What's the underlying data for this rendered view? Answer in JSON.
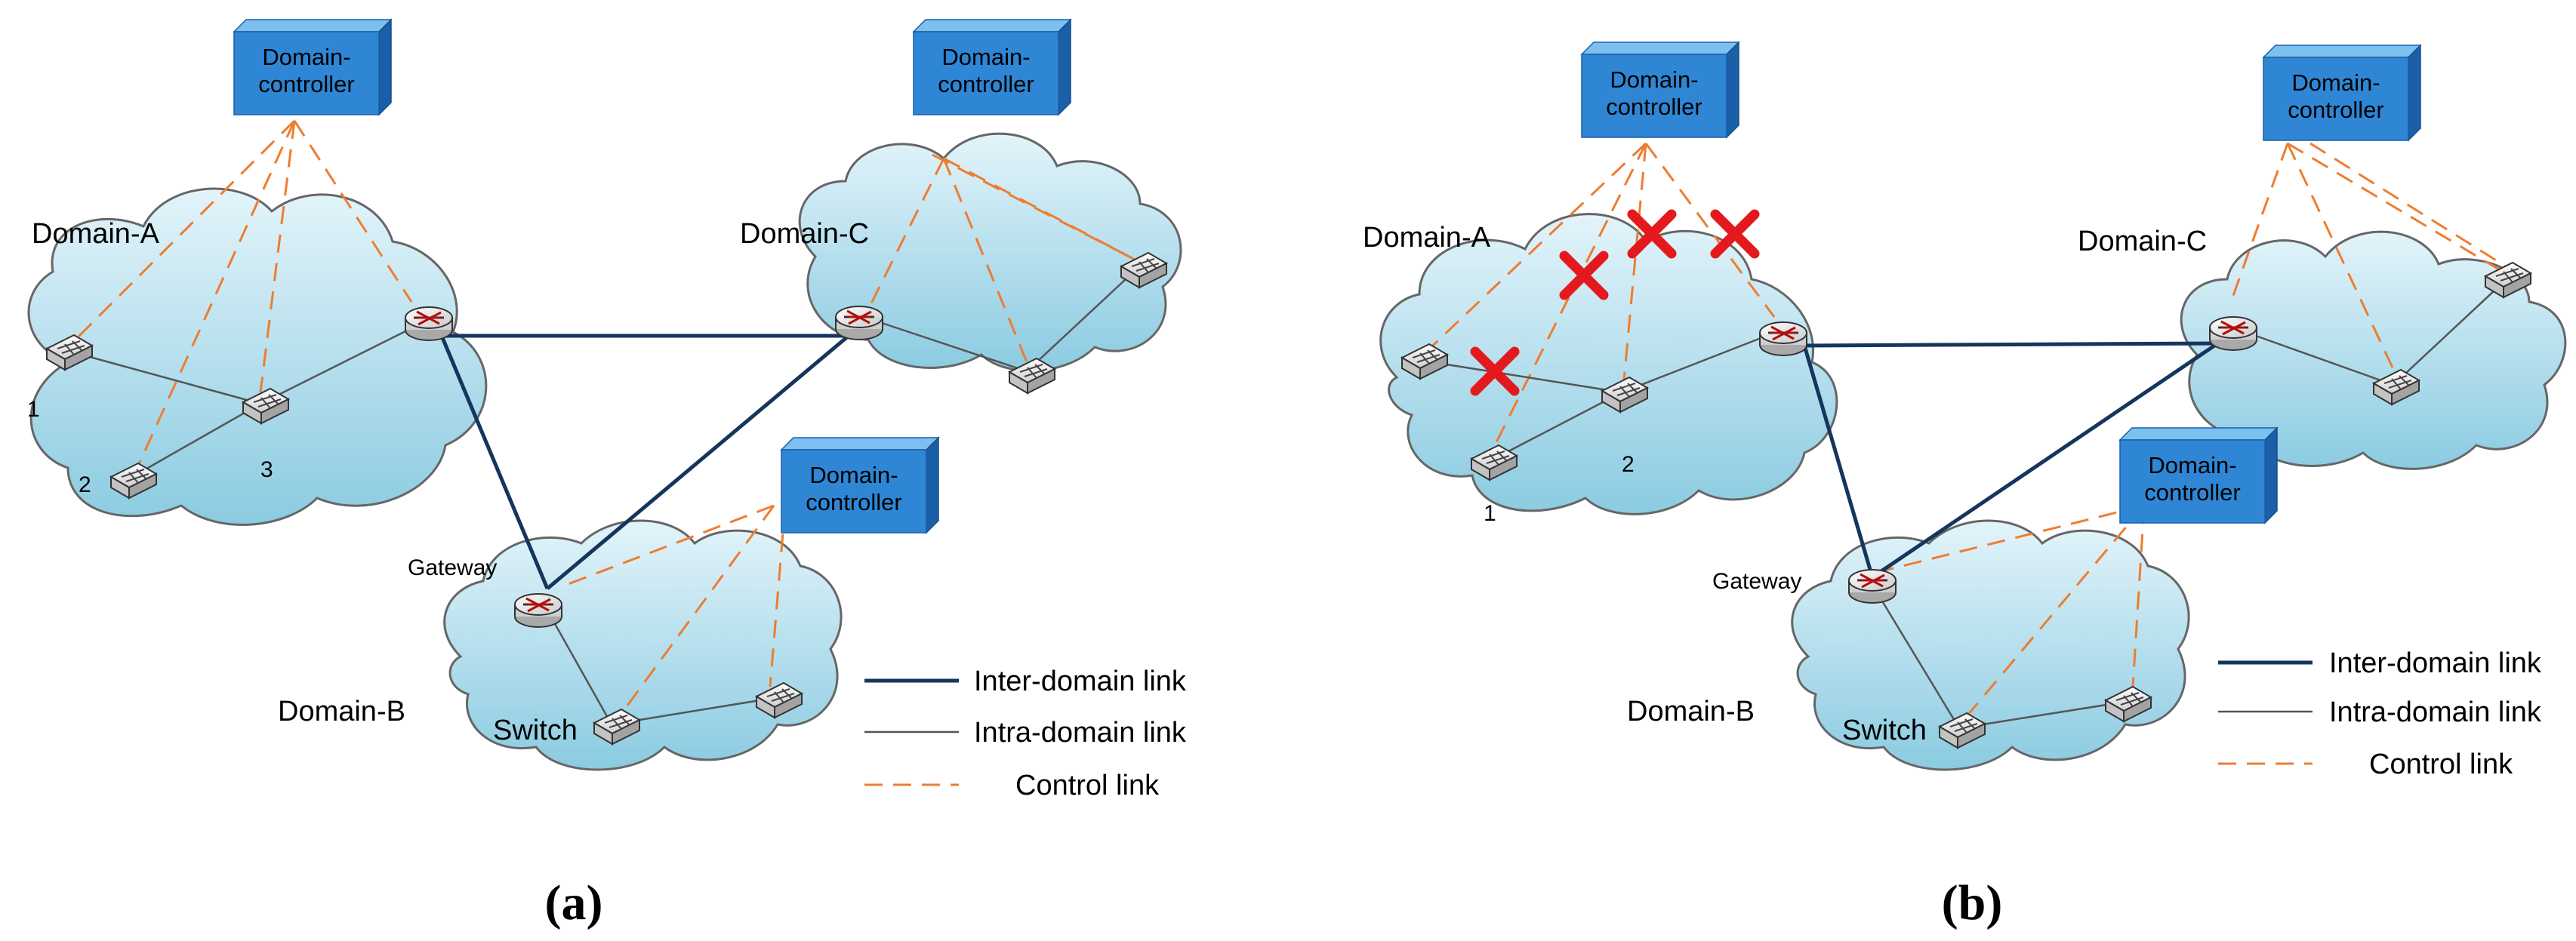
{
  "panels": [
    {
      "id": "a",
      "caption": "a",
      "controllers": [
        {
          "id": "ctrlA",
          "line1": "Domain-",
          "line2": "controller"
        },
        {
          "id": "ctrlC",
          "line1": "Domain-",
          "line2": "controller"
        },
        {
          "id": "ctrlB",
          "line1": "Domain-",
          "line2": "controller"
        }
      ],
      "domain_labels": {
        "A": "Domain-A",
        "B": "Domain-B",
        "C": "Domain-C"
      },
      "node_labels": [
        "1",
        "2",
        "3"
      ],
      "gateway_label": "Gateway",
      "switch_label": "Switch",
      "legend": {
        "inter": "Inter-domain link",
        "intra": "Intra-domain link",
        "control": "Control link"
      },
      "failed_links": 0
    },
    {
      "id": "b",
      "caption": "b",
      "controllers": [
        {
          "id": "ctrlA",
          "line1": "Domain-",
          "line2": "controller"
        },
        {
          "id": "ctrlC",
          "line1": "Domain-",
          "line2": "controller"
        },
        {
          "id": "ctrlB",
          "line1": "Domain-",
          "line2": "controller"
        }
      ],
      "domain_labels": {
        "A": "Domain-A",
        "B": "Domain-B",
        "C": "Domain-C"
      },
      "node_labels": [
        "1",
        "2"
      ],
      "gateway_label": "Gateway",
      "switch_label": "Switch",
      "legend": {
        "inter": "Inter-domain link",
        "intra": "Intra-domain link",
        "control": "Control link"
      },
      "failed_links": 4
    }
  ],
  "colors": {
    "inter_link": "#14365e",
    "intra_link": "#555555",
    "control_link": "#ed7d31",
    "controller_front": "#2e86d4",
    "controller_top": "#7cc0f0",
    "controller_side": "#1a5fa8",
    "cloud_top": "#ddf1f9",
    "cloud_bottom": "#8ccde3",
    "failure_mark": "#e4191e"
  }
}
